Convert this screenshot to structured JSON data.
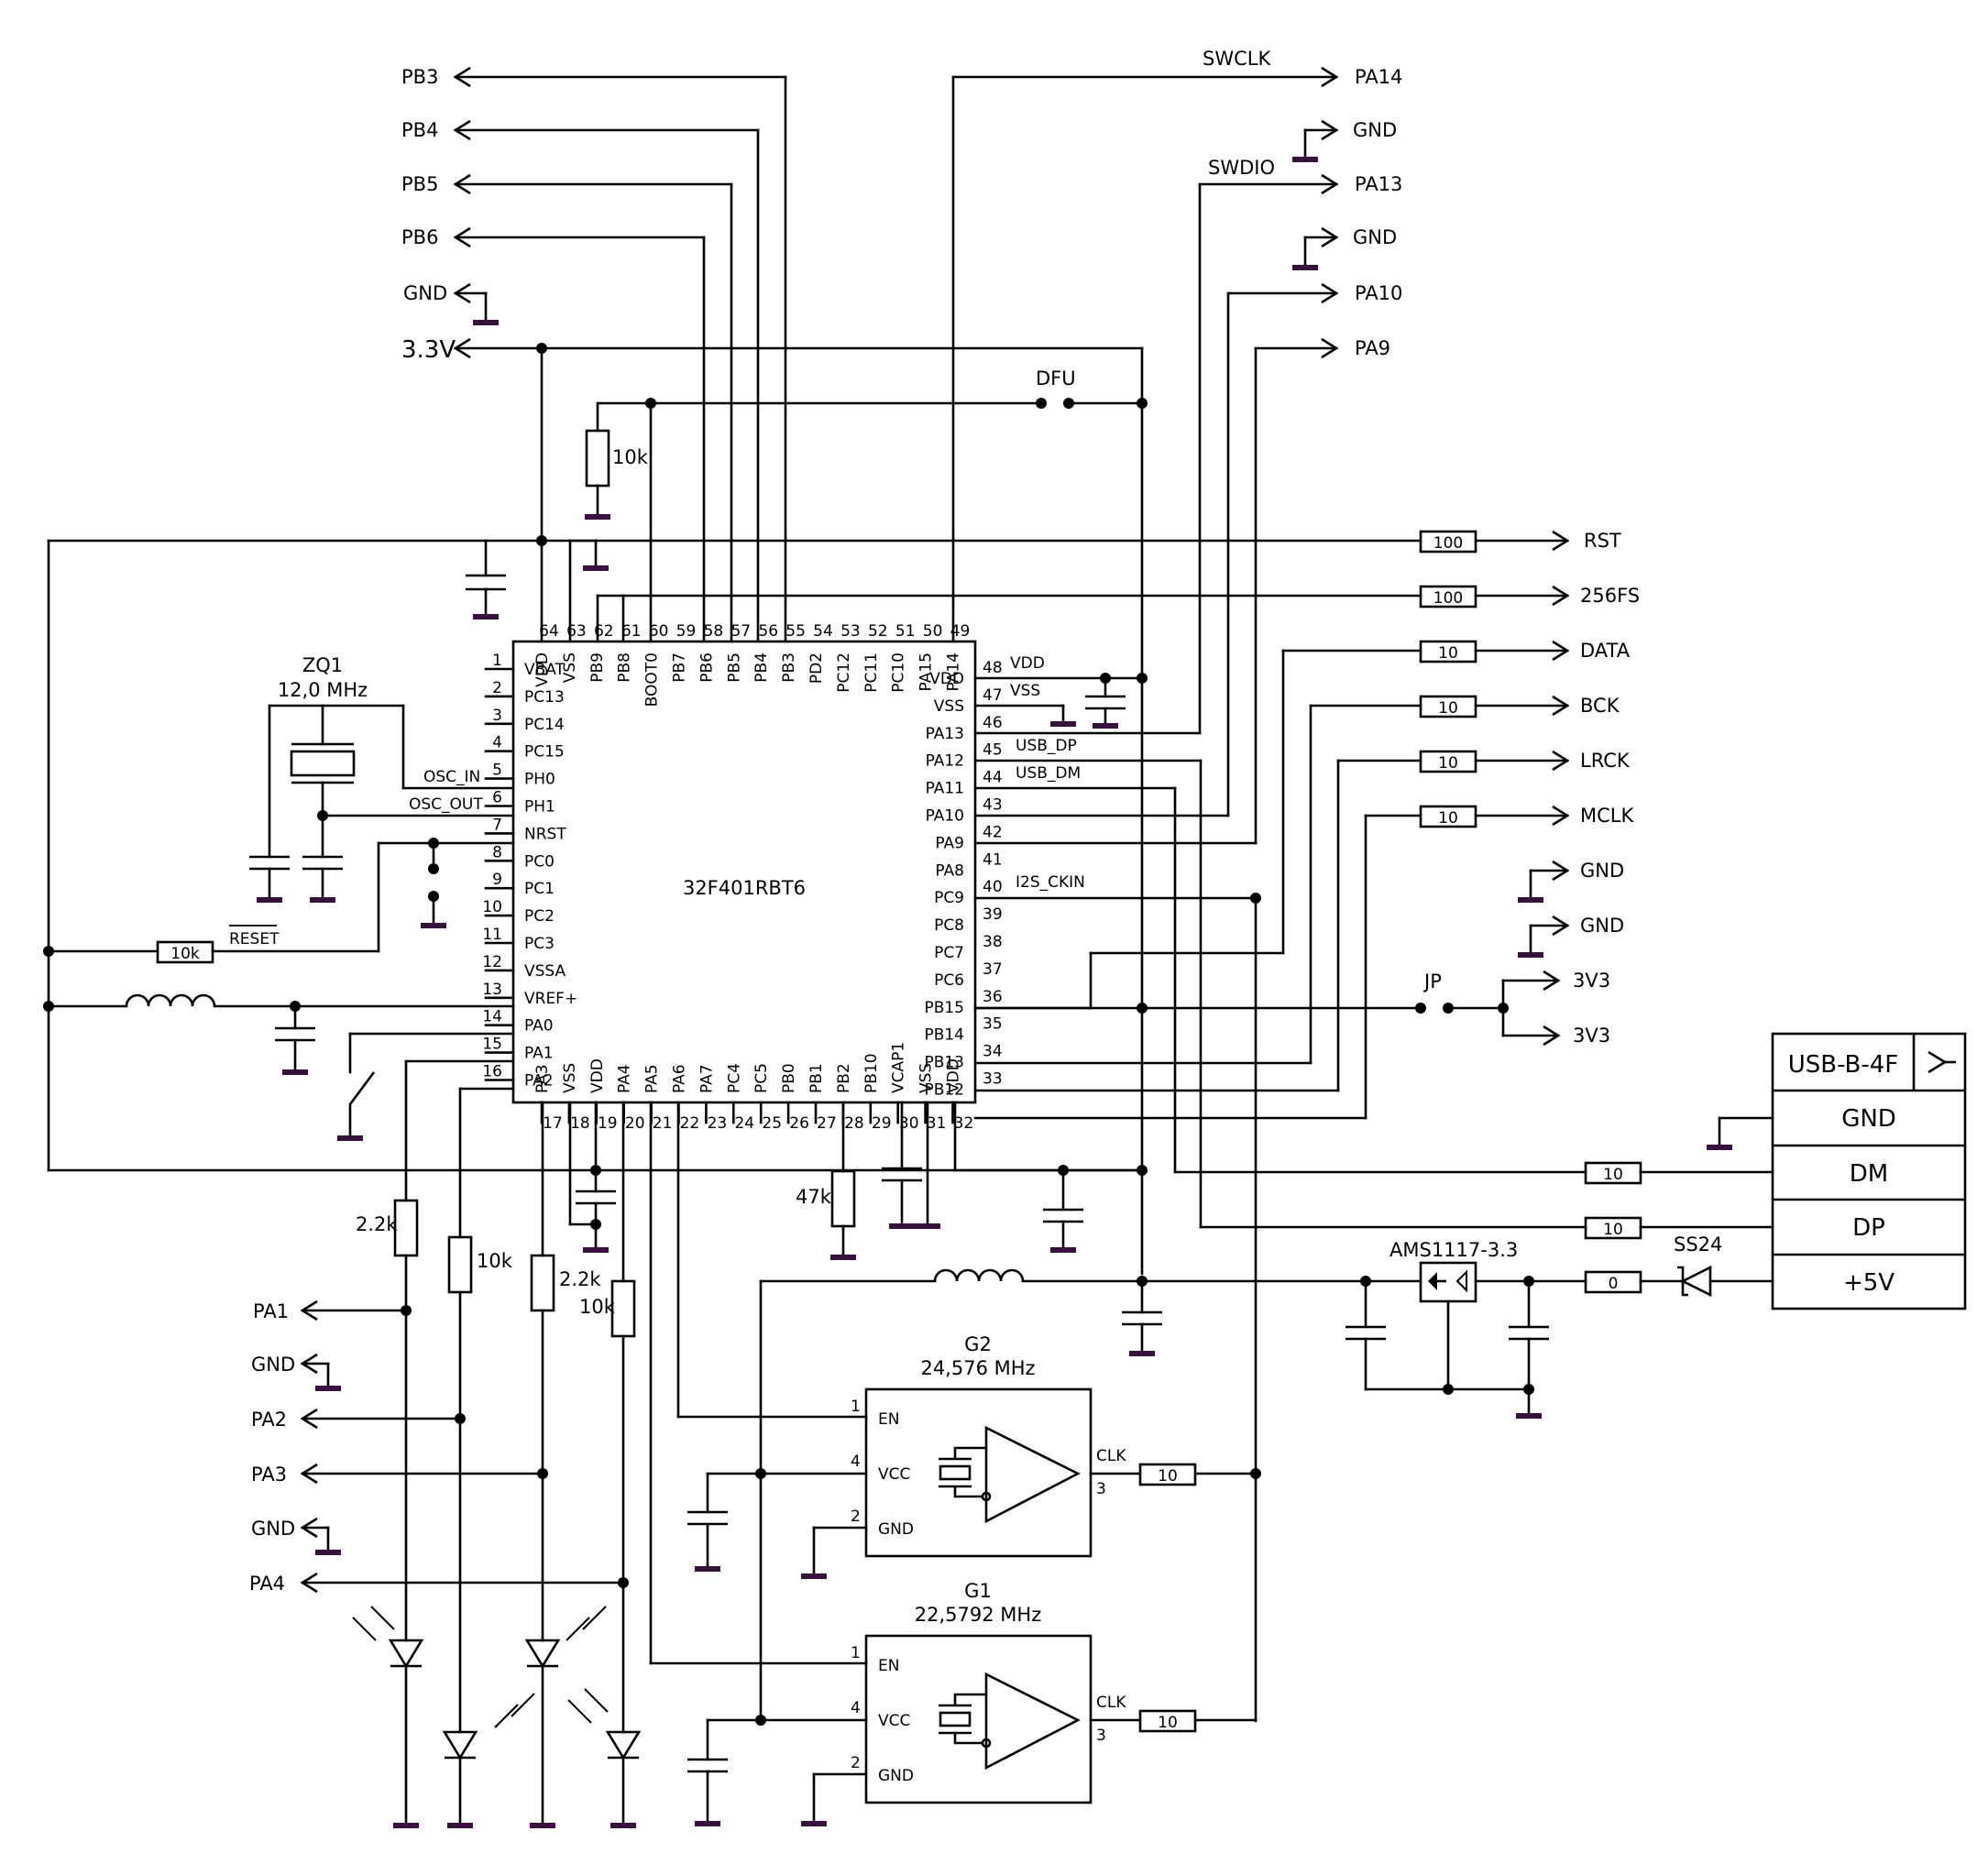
{
  "chip": {
    "name": "32F401RBT6",
    "left_pins": [
      {
        "num": "1",
        "name": "VBAT"
      },
      {
        "num": "2",
        "name": "PC13"
      },
      {
        "num": "3",
        "name": "PC14"
      },
      {
        "num": "4",
        "name": "PC15"
      },
      {
        "num": "5",
        "name": "PH0"
      },
      {
        "num": "6",
        "name": "PH1"
      },
      {
        "num": "7",
        "name": "NRST"
      },
      {
        "num": "8",
        "name": "PC0"
      },
      {
        "num": "9",
        "name": "PC1"
      },
      {
        "num": "10",
        "name": "PC2"
      },
      {
        "num": "11",
        "name": "PC3"
      },
      {
        "num": "12",
        "name": "VSSA"
      },
      {
        "num": "13",
        "name": "VREF+"
      },
      {
        "num": "14",
        "name": "PA0"
      },
      {
        "num": "15",
        "name": "PA1"
      },
      {
        "num": "16",
        "name": "PA2"
      }
    ],
    "right_pins": [
      {
        "num": "48",
        "name": "VDD"
      },
      {
        "num": "47",
        "name": "VSS"
      },
      {
        "num": "46",
        "name": "PA13"
      },
      {
        "num": "45",
        "name": "PA12"
      },
      {
        "num": "44",
        "name": "PA11"
      },
      {
        "num": "43",
        "name": "PA10"
      },
      {
        "num": "42",
        "name": "PA9"
      },
      {
        "num": "41",
        "name": "PA8"
      },
      {
        "num": "40",
        "name": "PC9"
      },
      {
        "num": "39",
        "name": "PC8"
      },
      {
        "num": "38",
        "name": "PC7"
      },
      {
        "num": "37",
        "name": "PC6"
      },
      {
        "num": "36",
        "name": "PB15"
      },
      {
        "num": "35",
        "name": "PB14"
      },
      {
        "num": "34",
        "name": "PB13"
      },
      {
        "num": "33",
        "name": "PB12"
      }
    ],
    "top_pins": [
      {
        "num": "64",
        "name": "VDD"
      },
      {
        "num": "63",
        "name": "VSS"
      },
      {
        "num": "62",
        "name": "PB9"
      },
      {
        "num": "61",
        "name": "PB8"
      },
      {
        "num": "60",
        "name": "BOOT0"
      },
      {
        "num": "59",
        "name": "PB7"
      },
      {
        "num": "58",
        "name": "PB6"
      },
      {
        "num": "57",
        "name": "PB5"
      },
      {
        "num": "56",
        "name": "PB4"
      },
      {
        "num": "55",
        "name": "PB3"
      },
      {
        "num": "54",
        "name": "PD2"
      },
      {
        "num": "53",
        "name": "PC12"
      },
      {
        "num": "52",
        "name": "PC11"
      },
      {
        "num": "51",
        "name": "PC10"
      },
      {
        "num": "50",
        "name": "PA15"
      },
      {
        "num": "49",
        "name": "PA14"
      }
    ],
    "bottom_pins": [
      {
        "num": "17",
        "name": "PA3"
      },
      {
        "num": "18",
        "name": "VSS"
      },
      {
        "num": "19",
        "name": "VDD"
      },
      {
        "num": "20",
        "name": "PA4"
      },
      {
        "num": "21",
        "name": "PA5"
      },
      {
        "num": "22",
        "name": "PA6"
      },
      {
        "num": "23",
        "name": "PA7"
      },
      {
        "num": "24",
        "name": "PC4"
      },
      {
        "num": "25",
        "name": "PC5"
      },
      {
        "num": "26",
        "name": "PB0"
      },
      {
        "num": "27",
        "name": "PB1"
      },
      {
        "num": "28",
        "name": "PB2"
      },
      {
        "num": "29",
        "name": "PB10"
      },
      {
        "num": "30",
        "name": "VCAP1"
      },
      {
        "num": "31",
        "name": "VSS"
      },
      {
        "num": "32",
        "name": "VDD"
      }
    ],
    "inner_labels": {
      "vdd48": "VDD",
      "vss47": "VSS",
      "usbdp": "USB_DP",
      "usbdm": "USB_DM",
      "i2sckin": "I2S_CKIN"
    }
  },
  "nets": {
    "PB3": "PB3",
    "PB4": "PB4",
    "PB5": "PB5",
    "PB6": "PB6",
    "GND": "GND",
    "V33": "3.3V",
    "PA14": "PA14",
    "PA13": "PA13",
    "PA10": "PA10",
    "PA9": "PA9",
    "SWCLK": "SWCLK",
    "SWDIO": "SWDIO",
    "RST": "RST",
    "FS256": "256FS",
    "DATA": "DATA",
    "BCK": "BCK",
    "LRCK": "LRCK",
    "MCLK": "MCLK",
    "V3V3": "3V3",
    "PA1": "PA1",
    "PA2": "PA2",
    "PA3": "PA3",
    "PA4": "PA4",
    "OSC_IN": "OSC_IN",
    "OSC_OUT": "OSC_OUT",
    "RESET": "RESET",
    "DFU": "DFU",
    "JP": "JP"
  },
  "parts": {
    "crystal_ref": "ZQ1",
    "crystal_freq": "12,0 MHz",
    "r10k": "10k",
    "r100": "100",
    "r10": "10",
    "r0": "0",
    "r47k": "47k",
    "r22k": "2.2k",
    "g2_ref": "G2",
    "g2_freq": "24,576 MHz",
    "g1_ref": "G1",
    "g1_freq": "22,5792 MHz",
    "osc_en": "EN",
    "osc_vcc": "VCC",
    "osc_gnd": "GND",
    "osc_clk": "CLK",
    "osc_pin1": "1",
    "osc_pin4": "4",
    "osc_pin2": "2",
    "osc_pin3": "3",
    "ldo": "AMS1117-3.3",
    "diode": "SS24",
    "usb_title": "USB-B-4F",
    "usb_gnd": "GND",
    "usb_dm": "DM",
    "usb_dp": "DP",
    "usb_5v": "+5V"
  }
}
